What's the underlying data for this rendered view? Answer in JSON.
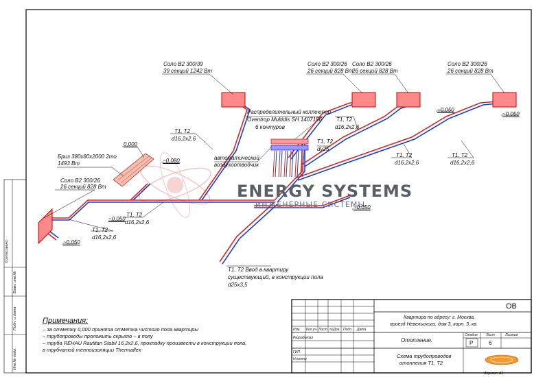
{
  "radiators": [
    {
      "line1": "Соло В2 300/39",
      "line2": "39 секций  1242 Вт"
    },
    {
      "line1": "Соло В2 300/26",
      "line2": "26 секций  828 Вт"
    },
    {
      "line1": "Соло В2 300/26",
      "line2": "26 секций  828 Вт"
    },
    {
      "line1": "Соло В2 300/26",
      "line2": "26 секций  828 Вт"
    },
    {
      "line1": "Соло В2 300/26",
      "line2": "26 секций  828 Вт"
    }
  ],
  "convector": {
    "line1": "Бриз 380х80х2000 2то",
    "line2": "1493 Вт",
    "level": "0,000"
  },
  "collector": {
    "line1": "Распределительный коллектор",
    "line2": "Oventrop Multidis SH 1407156",
    "line3": "6 контуров"
  },
  "air_vent": {
    "line1": "автоматический",
    "line2": "воздухоотводчик"
  },
  "pipe_labels": {
    "t1t2": "Т1, Т2",
    "d16": "d16,2х2,6",
    "du25": "dу25",
    "inlet1": "Т1, Т2 Ввод в квартиру",
    "inlet2": "существующий, в конструкции пола",
    "inlet3": "d25x3,5"
  },
  "elevations": {
    "e0080": "~0,080",
    "e0050": "~0,050"
  },
  "watermark": {
    "title": "ENERGY SYSTEMS",
    "subtitle": "ИНЖЕНЕРНЫЕ СИСТЕМЫ"
  },
  "notes": {
    "title": "Примечания:",
    "items": [
      "– за отметку 0,000 принята отметка чистого пола квартиры",
      "– трубопроводы проложить скрыто – в полу",
      "– труба  REHAU Rautitan Stabil 16,2х2,6, прокладку произвести в конструкции пола,",
      "  в трубчатой теплоизоляции Thermaflex"
    ]
  },
  "title_block": {
    "code": "ОВ",
    "address1": "Квартира по адресу:  г. Москва,",
    "address2": "проезд Невельского, дом 3, корп. 3, кв.",
    "cols": [
      "Изм.",
      "Кол.уч.",
      "Лист",
      "№Док.",
      "Подп.",
      "Дата"
    ],
    "developed": "Разработал",
    "gip": "ГИП",
    "control": "Н.контр",
    "section": "Отопление.",
    "stage_h": "Стадия",
    "sheet_h": "Лист",
    "sheets_h": "Листов",
    "stage": "Р",
    "sheet": "6",
    "drawing1": "Схема трубопроводов",
    "drawing2": "отопления Т1, Т2",
    "format_label": "Формат",
    "format": "А3"
  },
  "side_stamps": [
    "Согласовано",
    "Взам. инв.№",
    "Подп. и дата",
    "Инв.№ подл."
  ]
}
